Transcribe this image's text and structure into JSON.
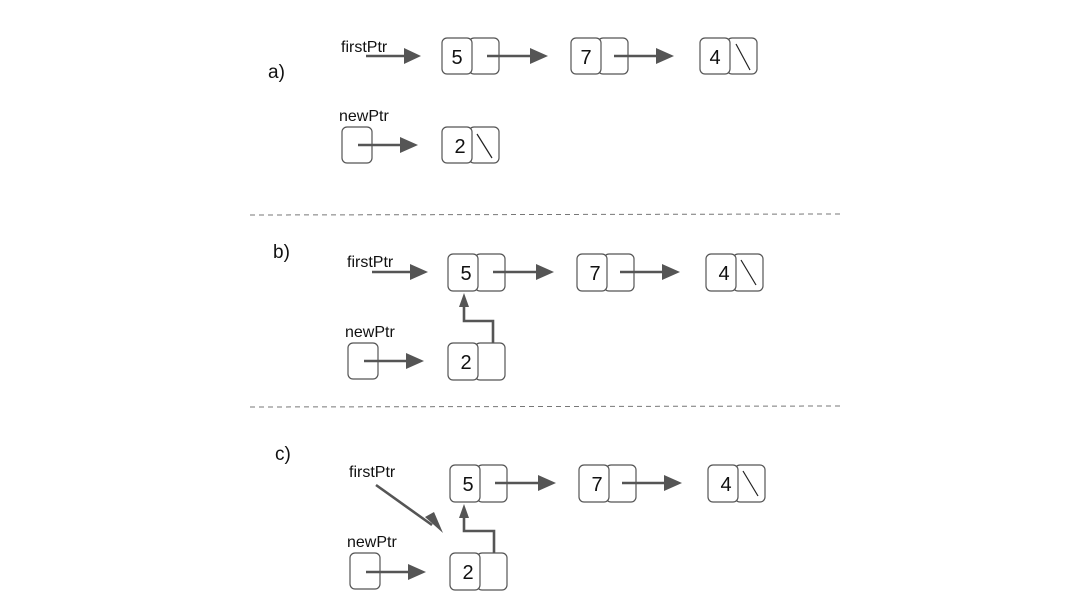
{
  "panels": {
    "a": {
      "label": "a)",
      "first_ptr_label": "firstPtr",
      "new_ptr_label": "newPtr",
      "list_values": [
        "5",
        "7",
        "4"
      ],
      "new_node_value": "2"
    },
    "b": {
      "label": "b)",
      "first_ptr_label": "firstPtr",
      "new_ptr_label": "newPtr",
      "list_values": [
        "5",
        "7",
        "4"
      ],
      "new_node_value": "2"
    },
    "c": {
      "label": "c)",
      "first_ptr_label": "firstPtr",
      "new_ptr_label": "newPtr",
      "list_values": [
        "5",
        "7",
        "4"
      ],
      "new_node_value": "2"
    }
  },
  "colors": {
    "arrow": "#555555",
    "node_border": "#555555",
    "divider": "#777777"
  }
}
